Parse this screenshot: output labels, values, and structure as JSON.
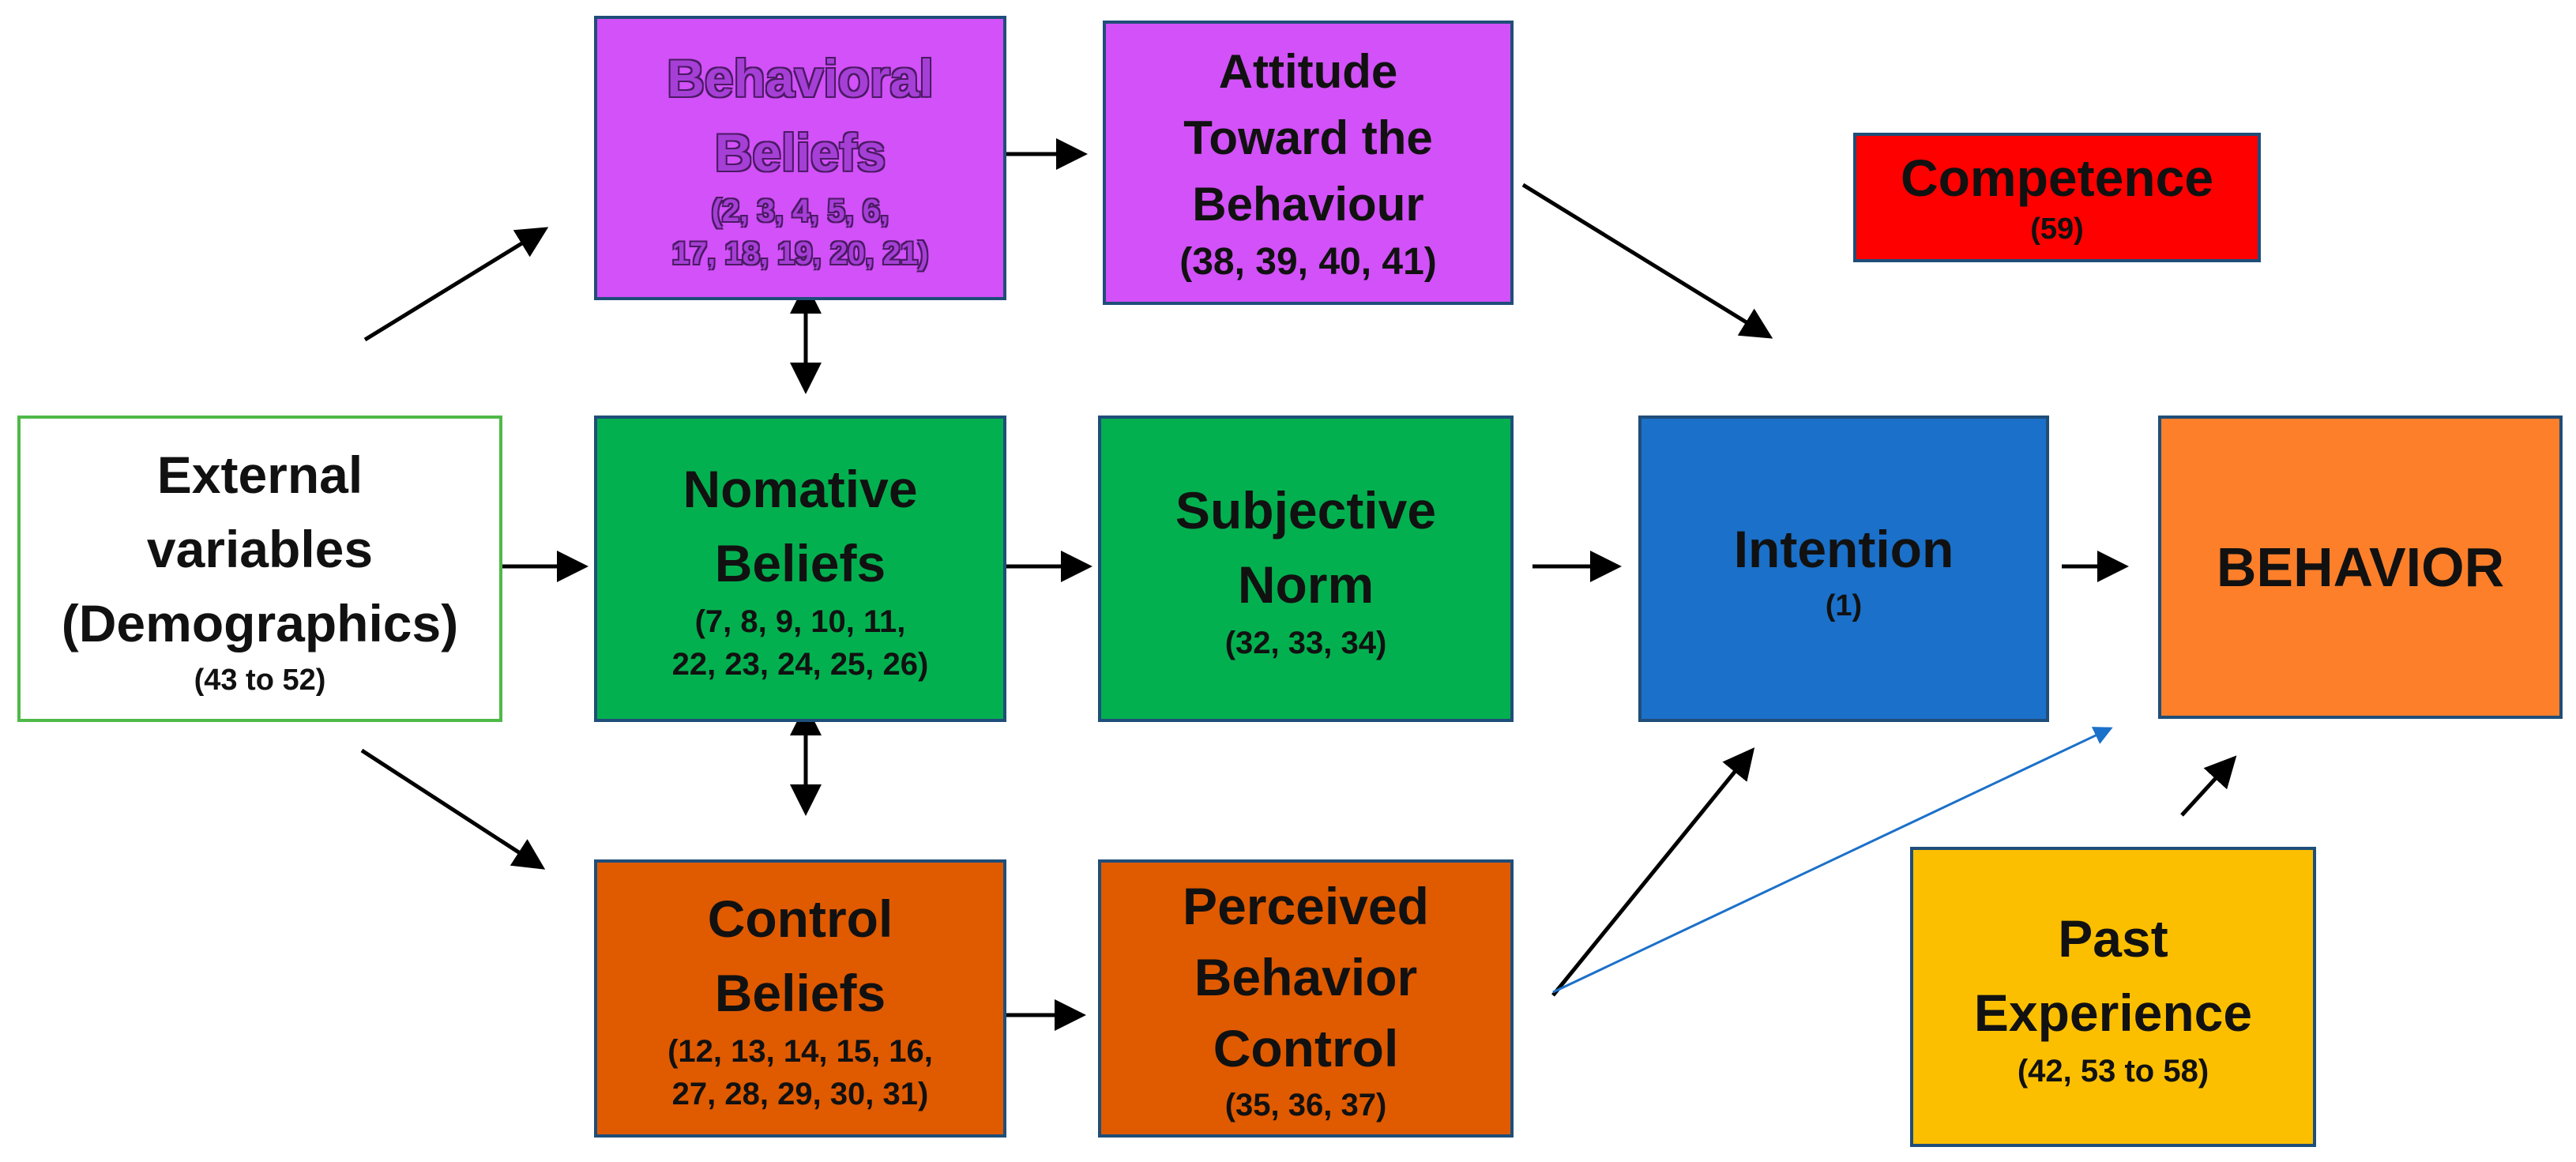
{
  "nodes": {
    "external": {
      "title": "External\nvariables\n(Demographics)",
      "sub": "(43 to 52)",
      "color": "#ffffff",
      "border": "#4fb948"
    },
    "behavioral": {
      "title": "Behavioral\nBeliefs",
      "sub": "(2, 3, 4, 5, 6,\n17, 18, 19, 20, 21)",
      "color": "#d251f8"
    },
    "attitude": {
      "title": "Attitude\nToward the\nBehaviour",
      "sub": "(38, 39, 40, 41)",
      "color": "#d251f8"
    },
    "competence": {
      "title": "Competence",
      "sub": "(59)",
      "color": "#ff0000"
    },
    "normative": {
      "title": "Nomative\nBeliefs",
      "sub": "(7, 8, 9, 10, 11,\n22, 23, 24, 25, 26)",
      "color": "#03b04f"
    },
    "subjective": {
      "title": "Subjective\nNorm",
      "sub": "(32, 33, 34)",
      "color": "#03b04f"
    },
    "intention": {
      "title": "Intention",
      "sub": "(1)",
      "color": "#1b70c9"
    },
    "behavior": {
      "title": "BEHAVIOR",
      "color": "#fd7f2a"
    },
    "control": {
      "title": "Control\nBeliefs",
      "sub": "(12, 13, 14, 15, 16,\n27, 28, 29, 30, 31)",
      "color": "#e05a00"
    },
    "perceived": {
      "title": "Perceived\nBehavior\nControl",
      "sub": "(35, 36, 37)",
      "color": "#e05a00"
    },
    "past": {
      "title": "Past\nExperience",
      "sub": "(42, 53 to 58)",
      "color": "#fbbf00"
    }
  },
  "arrow_colors": {
    "default": "#000000",
    "highlight": "#1b70c9"
  }
}
